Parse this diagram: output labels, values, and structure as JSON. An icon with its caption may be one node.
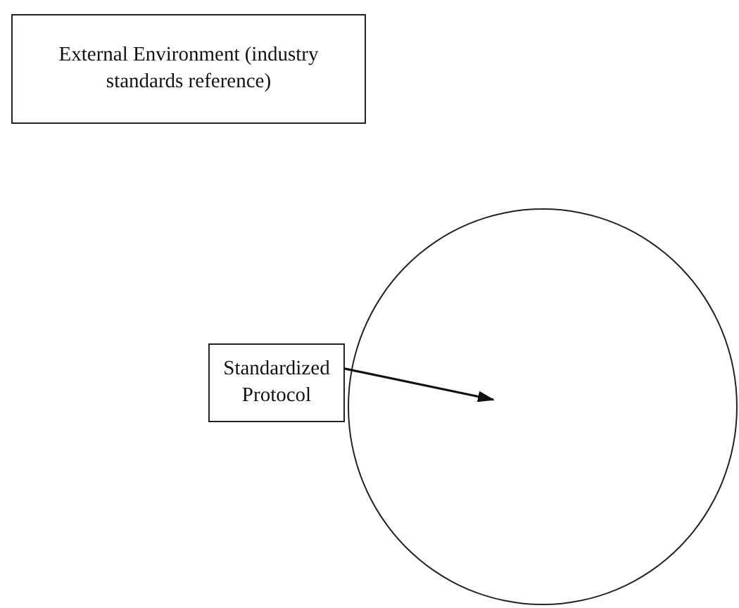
{
  "diagram": {
    "nodes": [
      {
        "text": [
          "External Environment (industry standards reference)"
        ]
      },
      {
        "text": [
          "Standardized Protocol"
        ]
      },
      {
        "text": [],
        "shape": "circle"
      }
    ],
    "edges": [
      {
        "from": 1,
        "to": 2,
        "arrow": "to"
      }
    ]
  }
}
